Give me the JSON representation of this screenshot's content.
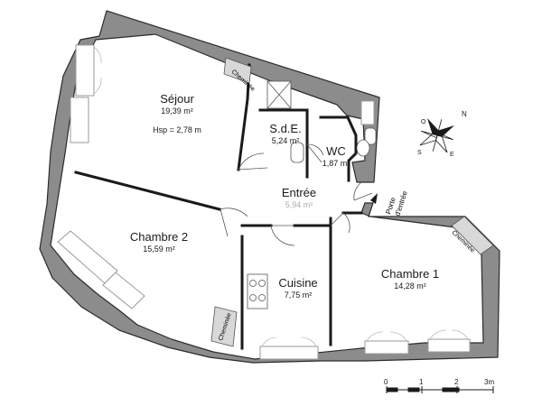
{
  "rooms": {
    "sejour": {
      "name": "Séjour",
      "area": "19,39 m²",
      "height": "Hsp = 2,78 m"
    },
    "sde": {
      "name": "S.d.E.",
      "area": "5,24 m²"
    },
    "wc": {
      "name": "WC",
      "area": "1,87 m²"
    },
    "entree": {
      "name": "Entrée",
      "area": "5,94 m²"
    },
    "chambre2": {
      "name": "Chambre 2",
      "area": "15,59 m²"
    },
    "cuisine": {
      "name": "Cuisine",
      "area": "7,75 m²"
    },
    "chambre1": {
      "name": "Chambre 1",
      "area": "14,28 m²"
    }
  },
  "labels": {
    "cheminee": "Cheminée",
    "porte_entree": [
      "Porte",
      "d'entrée"
    ]
  },
  "compass": {
    "n": "N",
    "s": "S",
    "e": "E",
    "o": "O",
    "icon": "compass-rose-icon"
  },
  "scale": {
    "ticks": [
      "0",
      "1",
      "2",
      "3m"
    ]
  },
  "colors": {
    "wall": "#8c8c8c",
    "wall_outline": "#2b2b2b",
    "partition": "#1a1a1a",
    "window": "#9a9a9a"
  }
}
